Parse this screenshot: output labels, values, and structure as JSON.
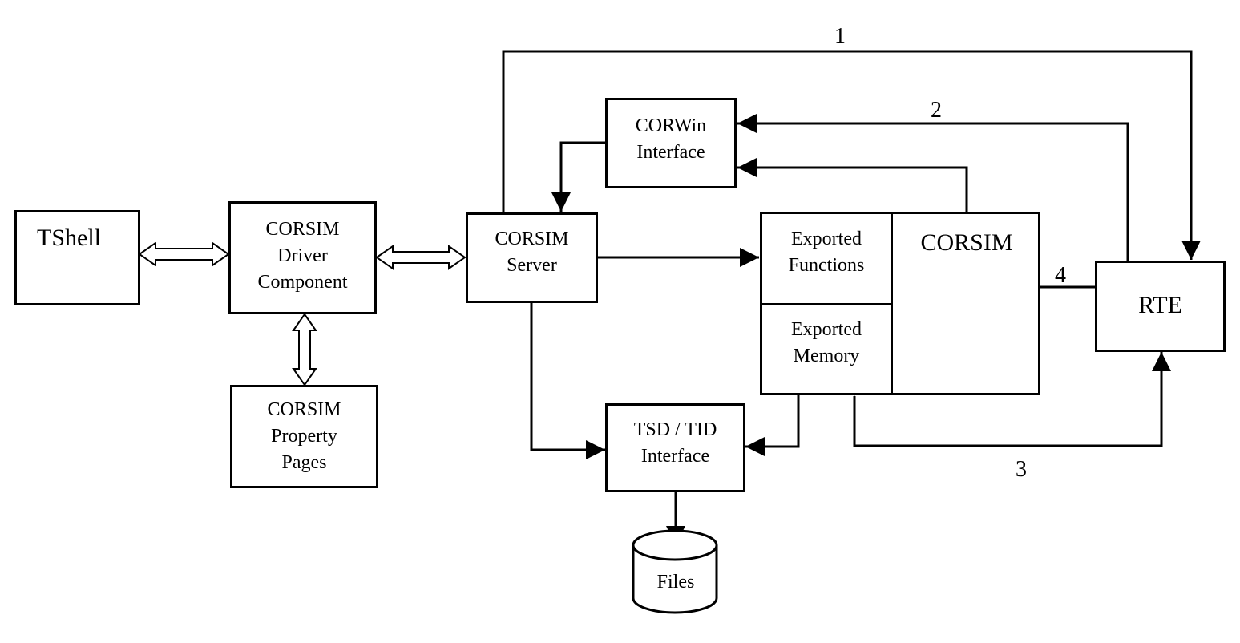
{
  "nodes": {
    "tshell": "TShell",
    "driver": "CORSIM\nDriver\nComponent",
    "property_pages": "CORSIM\nProperty\nPages",
    "server": "CORSIM\nServer",
    "corwin": "CORWin\nInterface",
    "corsim": "CORSIM",
    "exported_functions": "Exported\nFunctions",
    "exported_memory": "Exported\nMemory",
    "rte": "RTE",
    "tsd_tid": "TSD / TID\nInterface",
    "files": "Files"
  },
  "edge_labels": {
    "path_1": "1",
    "path_2": "2",
    "path_3": "3",
    "path_4": "4"
  },
  "colors": {
    "line": "#000000",
    "fill": "#ffffff"
  }
}
